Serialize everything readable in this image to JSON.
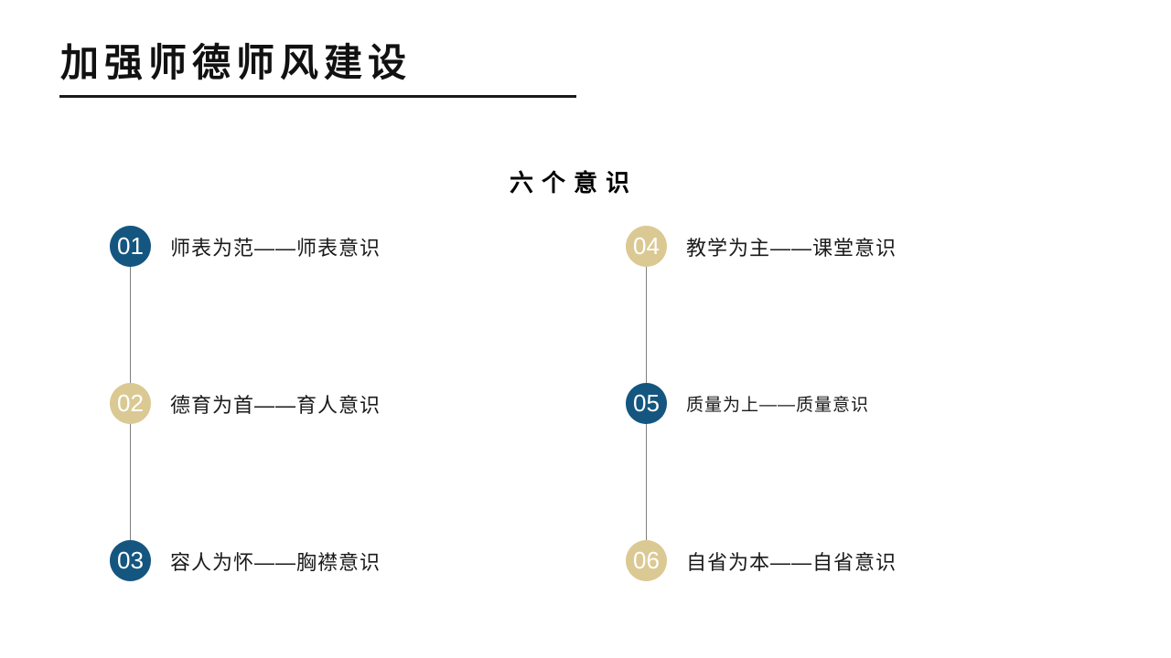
{
  "slide": {
    "title": "加强师德师风建设",
    "section_heading": "六个意识"
  },
  "colors": {
    "dark_blue": "#14567F",
    "tan": "#DBC993",
    "connector_gray": "#7F7F7F",
    "underline_black": "#1A1A1A",
    "number_text": "#FFFFFF",
    "label_text": "#1A1A1A",
    "background": "#FFFFFF"
  },
  "items": [
    {
      "number": "01",
      "label": "师表为范——师表意识",
      "color": "#14567F"
    },
    {
      "number": "02",
      "label": "德育为首——育人意识",
      "color": "#DBC993"
    },
    {
      "number": "03",
      "label": "容人为怀——胸襟意识",
      "color": "#14567F"
    },
    {
      "number": "04",
      "label": "教学为主——课堂意识",
      "color": "#DBC993"
    },
    {
      "number": "05",
      "label": "质量为上——质量意识",
      "color": "#14567F"
    },
    {
      "number": "06",
      "label": "自省为本——自省意识",
      "color": "#DBC993"
    }
  ]
}
